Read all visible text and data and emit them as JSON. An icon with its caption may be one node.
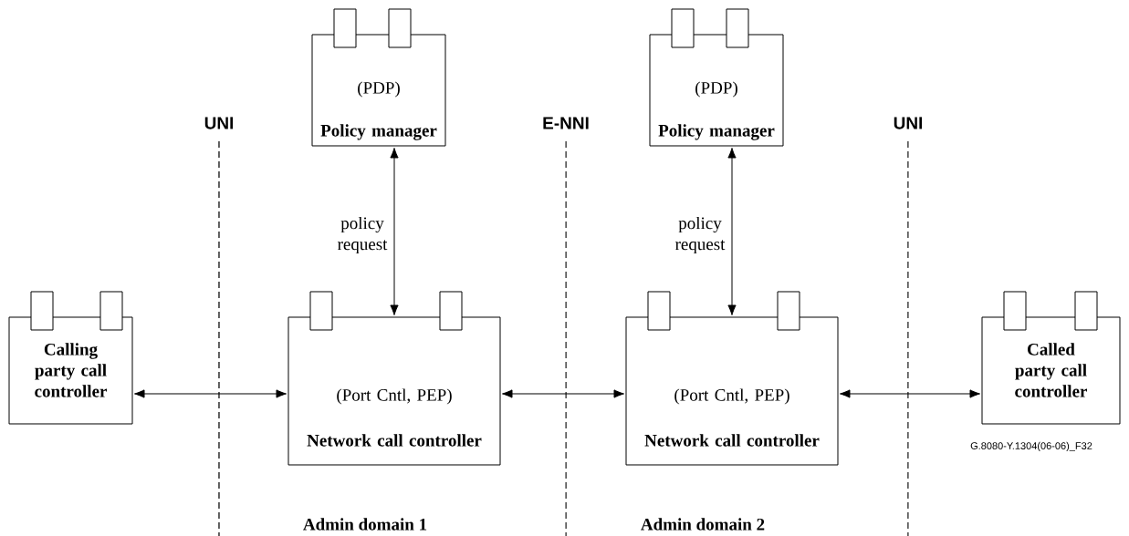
{
  "diagram": {
    "nodes": [
      {
        "text": [
          "(PDP)",
          "Policy manager"
        ]
      },
      {
        "text": [
          "(PDP)",
          "Policy manager"
        ]
      },
      {
        "text": [
          "Calling party call controller"
        ]
      },
      {
        "text": [
          "(Port Cntl, PEP)",
          "Network call controller"
        ]
      },
      {
        "text": [
          "(Port Cntl, PEP)",
          "Network call controller"
        ]
      },
      {
        "text": [
          "Called party call controller"
        ]
      }
    ],
    "edges": [
      {
        "from": 0,
        "to": 3,
        "arrow": "both",
        "label": "policy request"
      },
      {
        "from": 1,
        "to": 4,
        "arrow": "both",
        "label": "policy request"
      },
      {
        "from": 2,
        "to": 3,
        "arrow": "both"
      },
      {
        "from": 3,
        "to": 4,
        "arrow": "both"
      },
      {
        "from": 4,
        "to": 5,
        "arrow": "both"
      }
    ],
    "labels": [
      "UNI",
      "E-NNI",
      "UNI",
      "G.8080-Y.1304(06-06)_F32",
      "Admin domain 1",
      "Admin domain 2"
    ]
  }
}
